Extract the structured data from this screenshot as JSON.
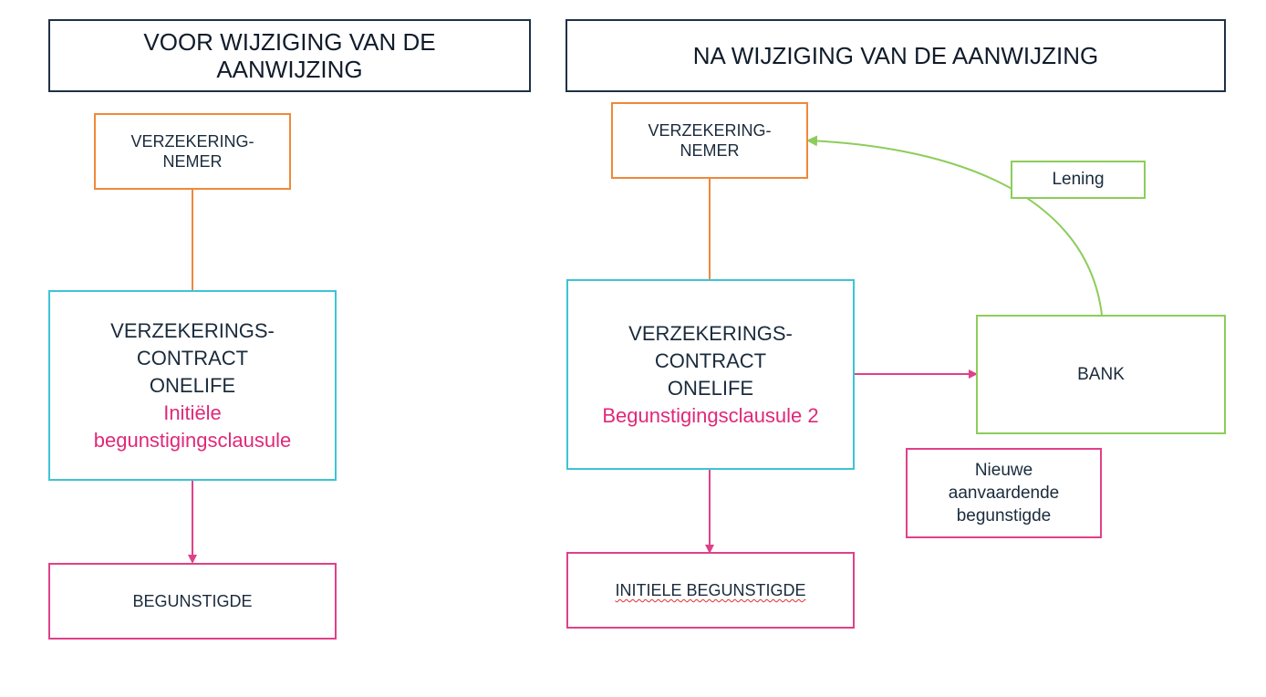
{
  "left": {
    "title": "VOOR WIJZIGING VAN DE AANWIJZING",
    "policyholder": [
      "VERZEKERING-",
      "NEMER"
    ],
    "contract": [
      "VERZEKERINGS-",
      "CONTRACT",
      "ONELIFE"
    ],
    "clause": [
      "Initiële",
      "begunstigingsclausule"
    ],
    "beneficiary": "BEGUNSTIGDE"
  },
  "right": {
    "title": "NA WIJZIGING VAN DE AANWIJZING",
    "policyholder": [
      "VERZEKERING-",
      "NEMER"
    ],
    "contract": [
      "VERZEKERINGS-",
      "CONTRACT",
      "ONELIFE"
    ],
    "clause": "Begunstigingsclausule 2",
    "beneficiary": "INITIELE BEGUNSTIGDE",
    "bank": "BANK",
    "loan": "Lening",
    "new_beneficiary": [
      "Nieuwe",
      "aanvaardende",
      "begunstigde"
    ]
  },
  "colors": {
    "navy": "#1f3047",
    "orange": "#f0883a",
    "cyan": "#3ec3d6",
    "pink": "#e0408a",
    "green": "#8ccd5a"
  }
}
